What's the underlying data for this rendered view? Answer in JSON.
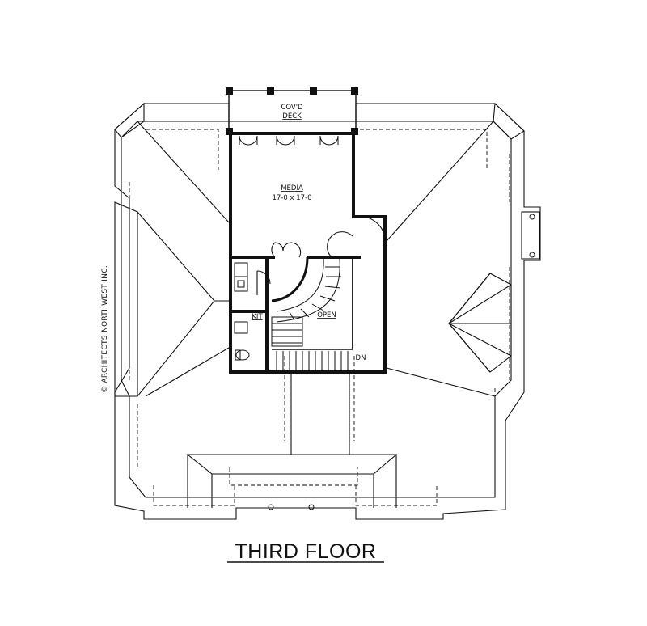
{
  "title": "THIRD FLOOR",
  "rooms": {
    "deck": {
      "line1": "COV'D",
      "line2": "DECK"
    },
    "media": {
      "name": "MEDIA",
      "size": "17-0 x 17-0"
    },
    "kit": "KIT",
    "open": "OPEN",
    "dn": "DN"
  },
  "copyright": "© ARCHITECTS NORTHWEST INC."
}
